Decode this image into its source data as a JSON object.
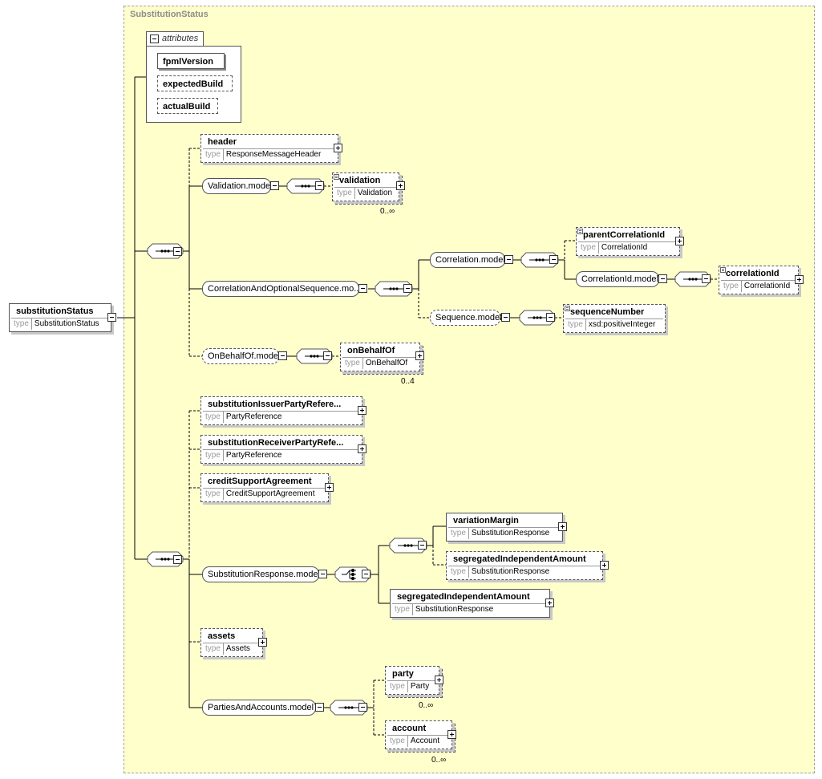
{
  "region": {
    "title": "SubstitutionStatus"
  },
  "attributes": {
    "label": "attributes",
    "items": [
      "fpmlVersion",
      "expectedBuild",
      "actualBuild"
    ]
  },
  "root": {
    "name": "substitutionStatus",
    "type_key": "type",
    "type": "SubstitutionStatus"
  },
  "elements": {
    "header": {
      "name": "header",
      "type_key": "type",
      "type": "ResponseMessageHeader"
    },
    "validation": {
      "name": "validation",
      "type_key": "type",
      "type": "Validation",
      "card": "0..∞"
    },
    "parentCorrelationId": {
      "name": "parentCorrelationId",
      "type_key": "type",
      "type": "CorrelationId"
    },
    "correlationId": {
      "name": "correlationId",
      "type_key": "type",
      "type": "CorrelationId"
    },
    "sequenceNumber": {
      "name": "sequenceNumber",
      "type_key": "type",
      "type": "xsd:positiveInteger"
    },
    "onBehalfOf": {
      "name": "onBehalfOf",
      "type_key": "type",
      "type": "OnBehalfOf",
      "card": "0..4"
    },
    "issuer": {
      "name": "substitutionIssuerPartyRefere...",
      "type_key": "type",
      "type": "PartyReference"
    },
    "receiver": {
      "name": "substitutionReceiverPartyRefe...",
      "type_key": "type",
      "type": "PartyReference"
    },
    "csa": {
      "name": "creditSupportAgreement",
      "type_key": "type",
      "type": "CreditSupportAgreement"
    },
    "variationMargin": {
      "name": "variationMargin",
      "type_key": "type",
      "type": "SubstitutionResponse"
    },
    "sia1": {
      "name": "segregatedIndependentAmount",
      "type_key": "type",
      "type": "SubstitutionResponse"
    },
    "sia2": {
      "name": "segregatedIndependentAmount",
      "type_key": "type",
      "type": "SubstitutionResponse"
    },
    "assets": {
      "name": "assets",
      "type_key": "type",
      "type": "Assets"
    },
    "party": {
      "name": "party",
      "type_key": "type",
      "type": "Party",
      "card": "0..∞"
    },
    "account": {
      "name": "account",
      "type_key": "type",
      "type": "Account",
      "card": "0..∞"
    }
  },
  "groups": {
    "validationModel": "Validation.model",
    "corrSeqModel": "CorrelationAndOptionalSequence.mo...",
    "correlationModel": "Correlation.model",
    "correlationIdModel": "CorrelationId.model",
    "sequenceModel": "Sequence.model",
    "onBehalfOfModel": "OnBehalfOf.model",
    "substitutionResponseModel": "SubstitutionResponse.model",
    "partiesAndAccountsModel": "PartiesAndAccounts.model"
  },
  "colors": {
    "background": "#ffffcc",
    "border": "#555555",
    "type_label": "#9a9a9a"
  }
}
